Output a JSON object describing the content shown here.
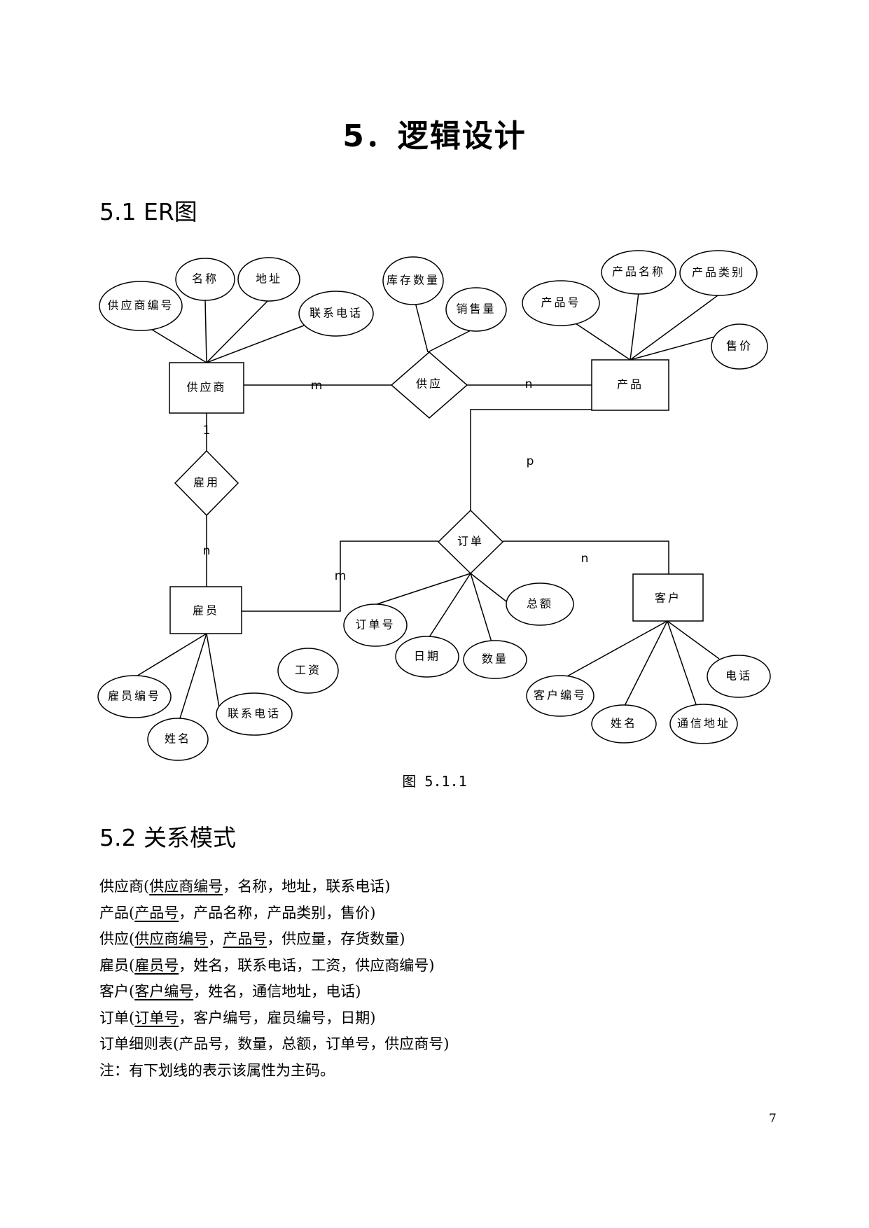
{
  "page": {
    "title": "5．逻辑设计",
    "section_er": "5.1 ER图",
    "section_relational": "5.2 关系模式",
    "figure_caption": "图 5.1.1",
    "page_number": "7"
  },
  "er_diagram": {
    "entities": {
      "supplier": "供应商",
      "product": "产品",
      "employee": "雇员",
      "customer": "客户"
    },
    "relationships": {
      "supply": "供应",
      "employ": "雇用",
      "order": "订单"
    },
    "attributes": {
      "supplier_id": "供应商编号",
      "supplier_name": "名称",
      "supplier_address": "地址",
      "supplier_phone": "联系电话",
      "stock_qty": "库存数量",
      "sales_qty": "销售量",
      "product_id": "产品号",
      "product_name": "产品名称",
      "product_category": "产品类别",
      "product_price": "售价",
      "order_id": "订单号",
      "order_date": "日期",
      "order_qty": "数量",
      "order_total": "总额",
      "employee_id": "雇员编号",
      "employee_name": "姓名",
      "employee_phone": "联系电话",
      "employee_salary": "工资",
      "customer_id": "客户编号",
      "customer_name": "姓名",
      "customer_address": "通信地址",
      "customer_phone": "电话"
    },
    "cardinalities": {
      "supplier_supply": "m",
      "supply_product": "n",
      "supplier_employ": "1",
      "employ_employee": "n",
      "product_order": "p",
      "employee_order": "m",
      "order_customer": "n"
    }
  },
  "relational_schema": [
    {
      "name": "供应商",
      "sep": "(",
      "fields": [
        {
          "text": "供应商编号",
          "pk": true
        },
        {
          "text": "名称",
          "pk": false
        },
        {
          "text": "地址",
          "pk": false
        },
        {
          "text": "联系电话",
          "pk": false
        }
      ],
      "delim": "，",
      "end": ")"
    },
    {
      "name": "产品",
      "sep": "(",
      "fields": [
        {
          "text": "产品号",
          "pk": true
        },
        {
          "text": "产品名称",
          "pk": false
        },
        {
          "text": "产品类别",
          "pk": false
        },
        {
          "text": "售价",
          "pk": false
        }
      ],
      "delim": "，",
      "end": ")"
    },
    {
      "name": "供应",
      "sep": "(",
      "fields": [
        {
          "text": "供应商编号",
          "pk": true
        },
        {
          "text": "产品号",
          "pk": true
        },
        {
          "text": "供应量",
          "pk": false
        },
        {
          "text": "存货数量",
          "pk": false
        }
      ],
      "delim": "，",
      "end": ")"
    },
    {
      "name": "雇员",
      "sep": "(",
      "fields": [
        {
          "text": "雇员号",
          "pk": true
        },
        {
          "text": "姓名",
          "pk": false
        },
        {
          "text": "联系电话",
          "pk": false
        },
        {
          "text": "工资",
          "pk": false
        },
        {
          "text": "供应商编号",
          "pk": false
        }
      ],
      "delim": "，",
      "end": ")"
    },
    {
      "name": "客户",
      "sep": "(",
      "fields": [
        {
          "text": "客户编号",
          "pk": true
        },
        {
          "text": "姓名",
          "pk": false
        },
        {
          "text": "通信地址",
          "pk": false
        },
        {
          "text": "电话",
          "pk": false
        }
      ],
      "delim": "，",
      "end": ")"
    },
    {
      "name": "订单",
      "sep": "(",
      "fields": [
        {
          "text": "订单号",
          "pk": true
        },
        {
          "text": "客户编号",
          "pk": false
        },
        {
          "text": "雇员编号",
          "pk": false
        },
        {
          "text": "日期",
          "pk": false
        }
      ],
      "delim": "，",
      "end": ")"
    },
    {
      "name": "订单细则表",
      "sep": "(",
      "fields": [
        {
          "text": "产品号",
          "pk": false
        },
        {
          "text": "数量",
          "pk": false
        },
        {
          "text": "总额",
          "pk": false
        },
        {
          "text": "订单号",
          "pk": false
        },
        {
          "text": "供应商号",
          "pk": false
        }
      ],
      "delim": "，",
      "end": ")"
    }
  ],
  "note": "注：有下划线的表示该属性为主码。"
}
